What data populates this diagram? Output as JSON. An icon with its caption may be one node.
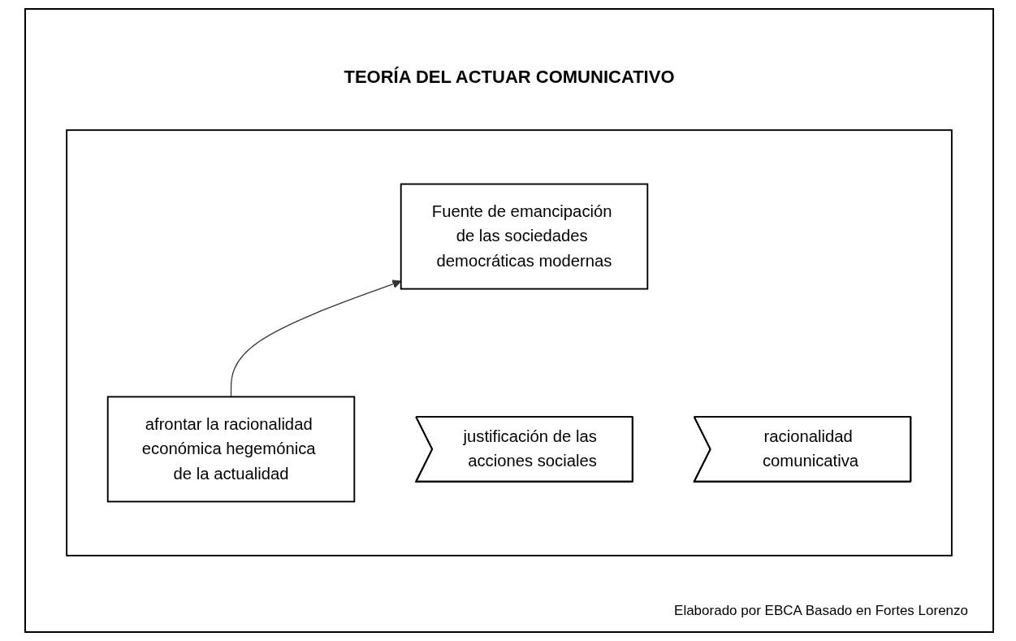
{
  "diagram": {
    "title": "TEORÍA DEL ACTUAR COMUNICATIVO",
    "caption": "Elaborado por EBCA Basado en Fortes Lorenzo",
    "nodes": [
      {
        "text": [],
        "shape": "box"
      },
      {
        "text": [
          "Fuente de emancipación de las sociedades democráticas modernas"
        ],
        "in": 0
      },
      {
        "text": [
          "justificación de las acciones sociales"
        ],
        "in": 0
      },
      {
        "text": [
          "afrontar la racionalidad económica hegemónica de la actualidad"
        ],
        "in": 0
      },
      {
        "text": [
          "racionalidad comunicativa"
        ],
        "in": 0
      }
    ],
    "edges": [
      {
        "from": 3,
        "to": 1,
        "arrow": "to"
      }
    ]
  }
}
